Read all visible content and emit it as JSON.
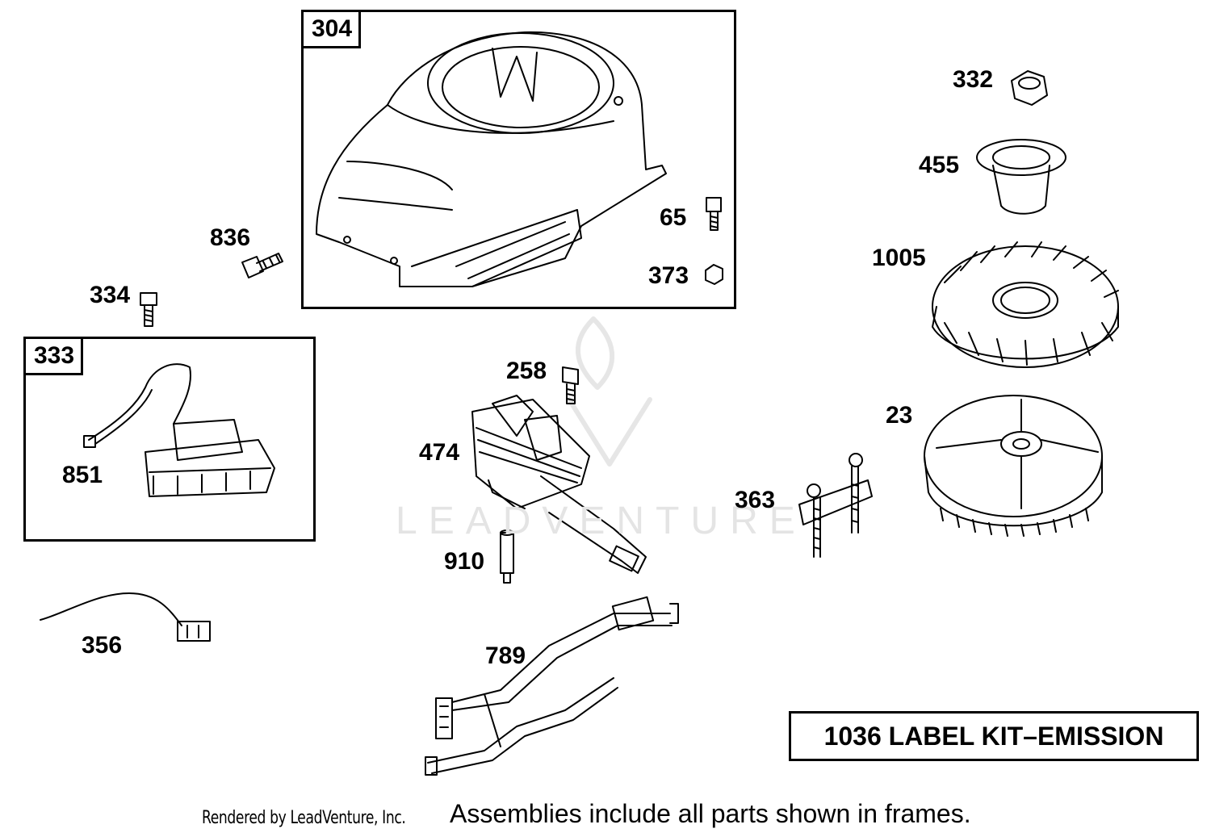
{
  "frames": {
    "blower_housing": {
      "number": "304"
    },
    "ignition_armature": {
      "number": "333"
    }
  },
  "parts": [
    {
      "id": "p332",
      "number": "332"
    },
    {
      "id": "p455",
      "number": "455"
    },
    {
      "id": "p1005",
      "number": "1005"
    },
    {
      "id": "p23",
      "number": "23"
    },
    {
      "id": "p65",
      "number": "65"
    },
    {
      "id": "p373",
      "number": "373"
    },
    {
      "id": "p836",
      "number": "836"
    },
    {
      "id": "p334",
      "number": "334"
    },
    {
      "id": "p851",
      "number": "851"
    },
    {
      "id": "p258",
      "number": "258"
    },
    {
      "id": "p474",
      "number": "474"
    },
    {
      "id": "p910",
      "number": "910"
    },
    {
      "id": "p363",
      "number": "363"
    },
    {
      "id": "p356",
      "number": "356"
    },
    {
      "id": "p789",
      "number": "789"
    }
  ],
  "kit_label": "1036 LABEL KIT–EMISSION",
  "footer": {
    "credit": "Rendered by LeadVenture, Inc.",
    "note": "Assemblies include all parts shown in frames."
  },
  "watermark": {
    "brand": "LEADVENTURE"
  }
}
